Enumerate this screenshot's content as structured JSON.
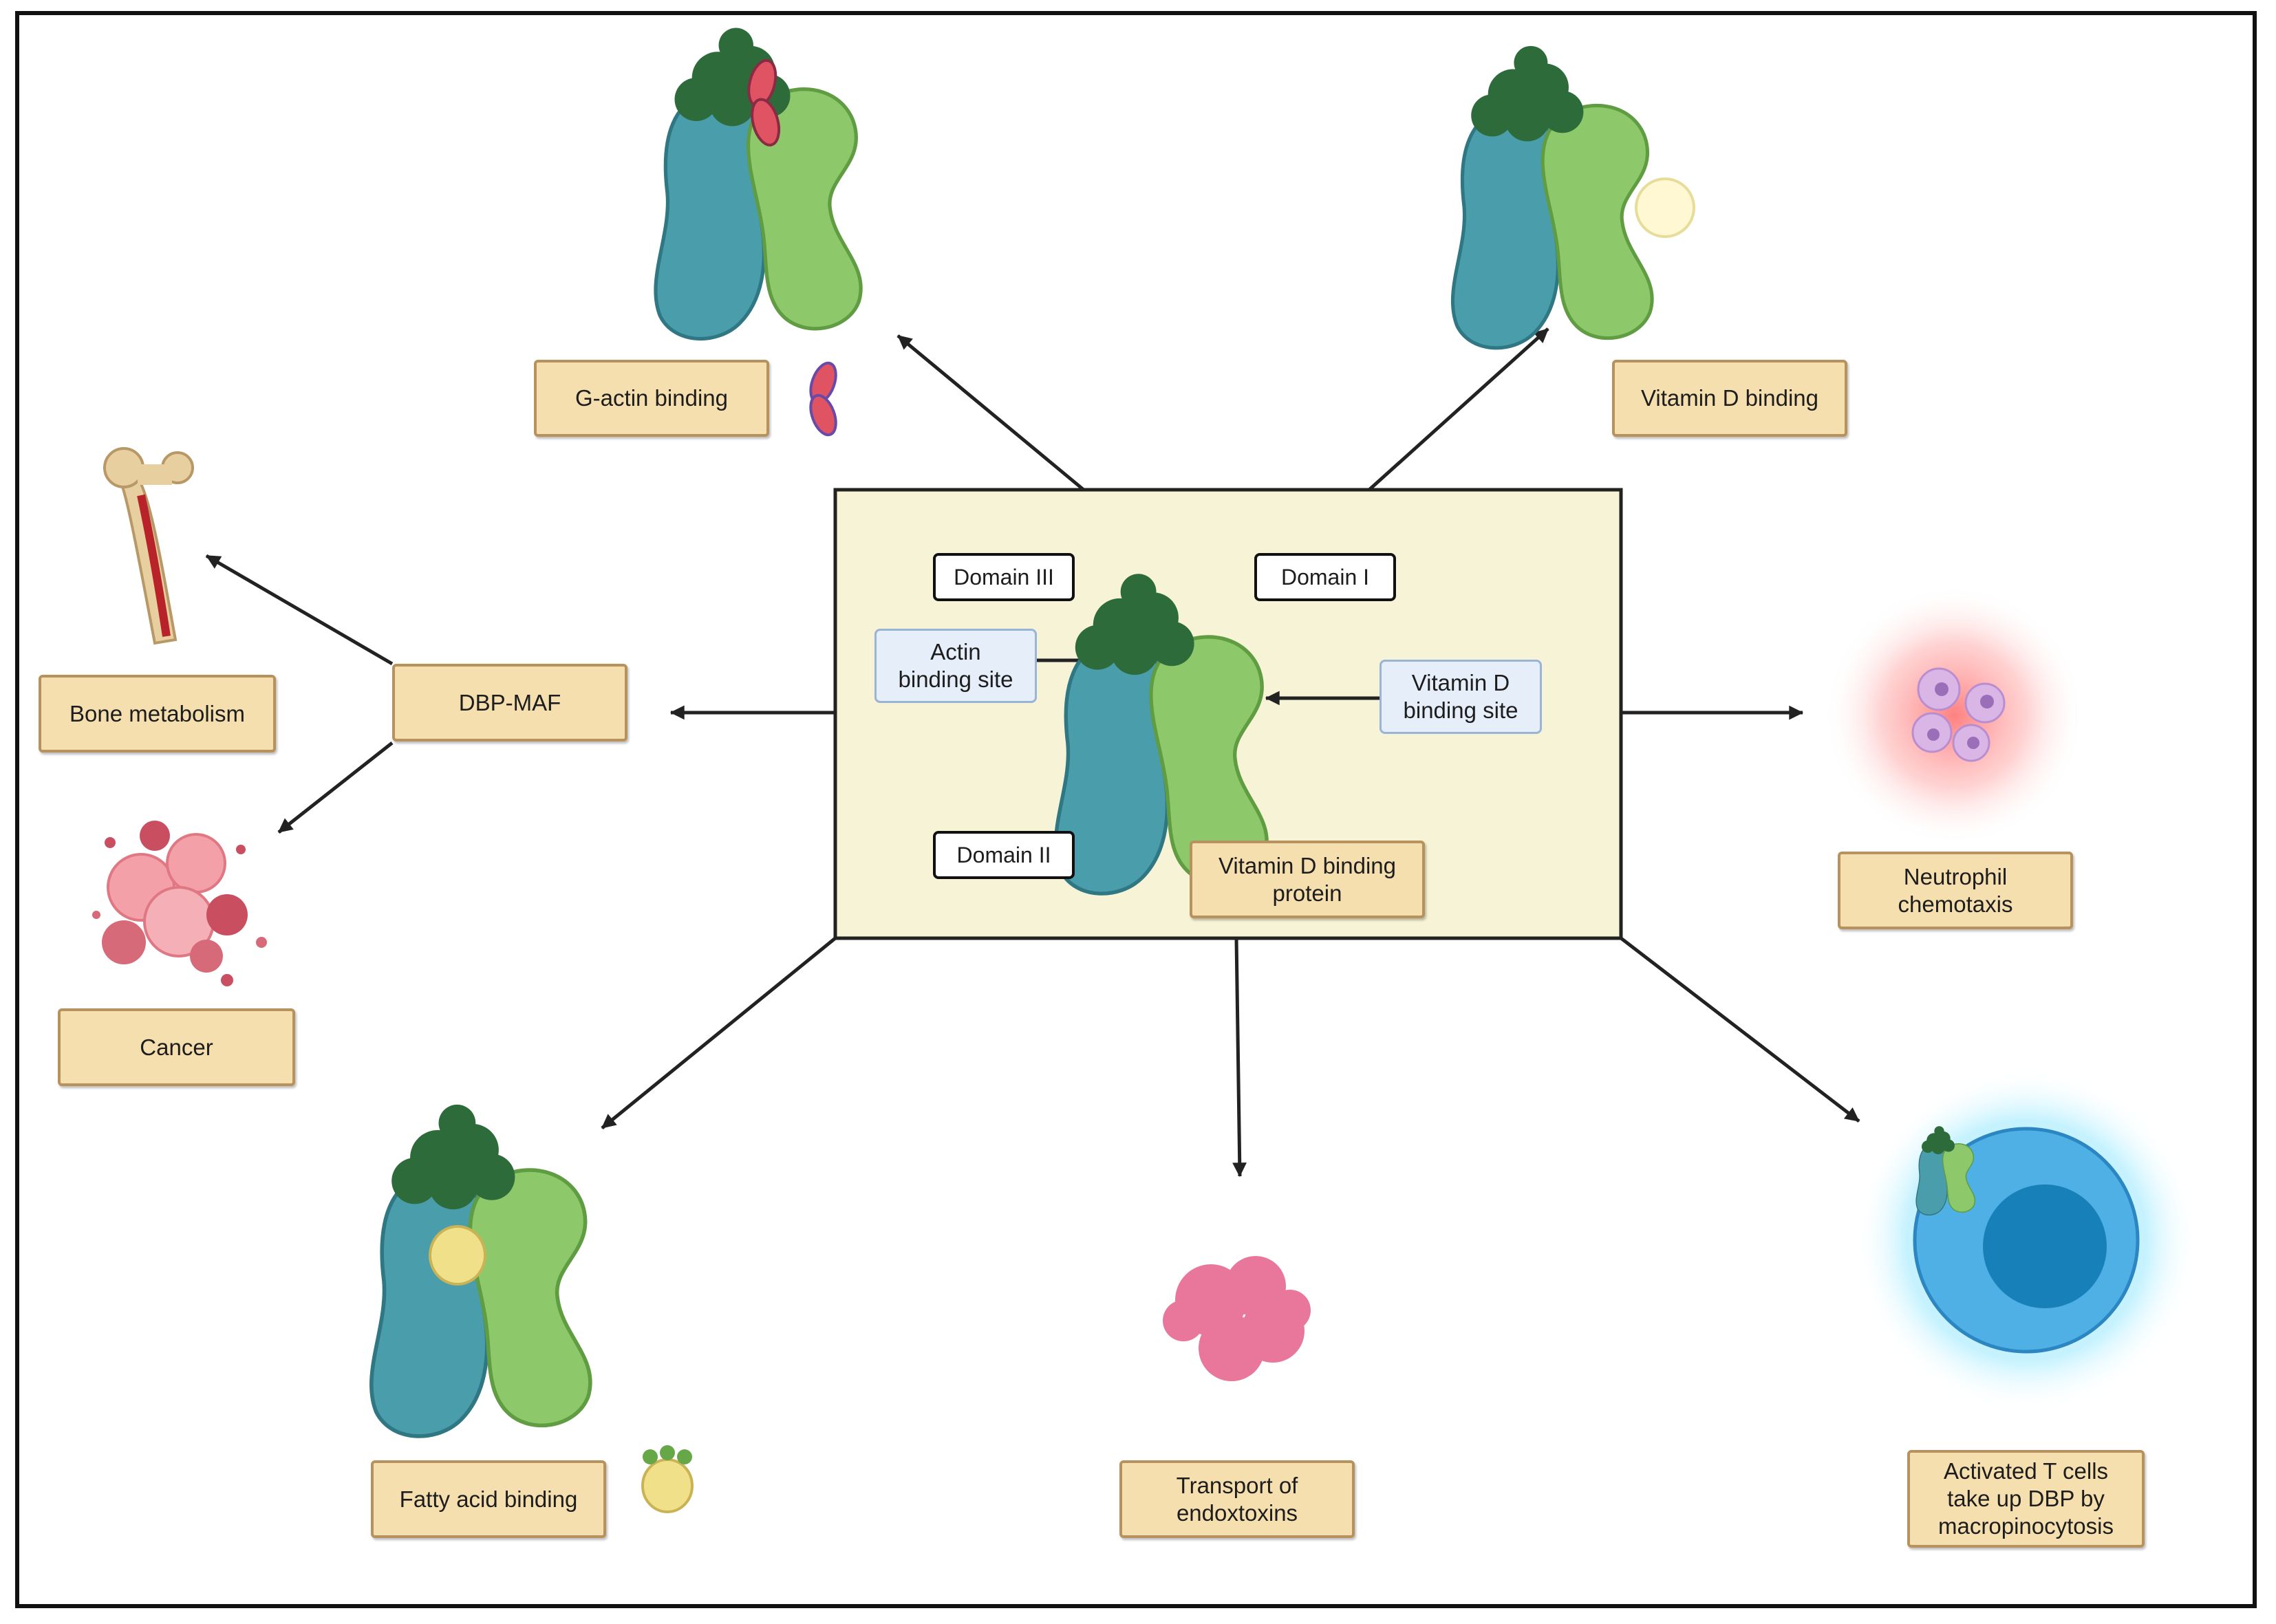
{
  "labels": {
    "g_actin": "G-actin binding",
    "vitamin_d": "Vitamin D binding",
    "bone": "Bone metabolism",
    "dbp_maf": "DBP-MAF",
    "cancer": "Cancer",
    "neutrophil": "Neutrophil\nchemotaxis",
    "fatty_acid": "Fatty acid binding",
    "endotoxins": "Transport of\nendoxtoxins",
    "t_cells": "Activated T cells\ntake up DBP by\nmacropinocytosis",
    "dbp": "Vitamin D binding\nprotein",
    "domain_iii": "Domain III",
    "domain_i": "Domain I",
    "domain_ii": "Domain II",
    "actin_site": "Actin\nbinding site",
    "vitd_site": "Vitamin D\nbinding site"
  },
  "colors": {
    "domain_teal": "#4a9eab",
    "domain_green": "#8dc86a",
    "domain_dark": "#2e6b3a",
    "center_panel": "#f7f3d6",
    "label_fill": "#f5dfae",
    "label_border": "#b8925c"
  }
}
